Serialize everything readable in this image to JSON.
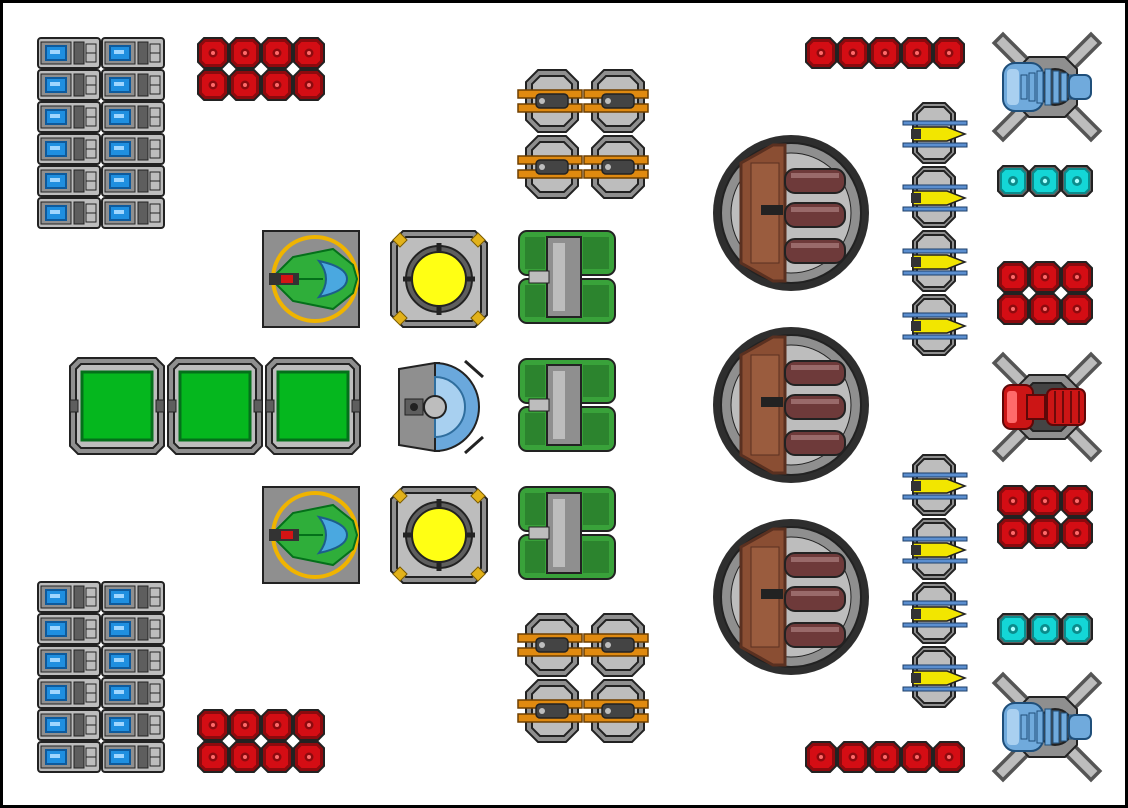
{
  "sheet": {
    "background": "#ffffff",
    "frame_color": "#000000"
  },
  "palette": {
    "outline": "#222222",
    "hull_gray": "#8f8f8f",
    "hull_light": "#bdbdbd",
    "hull_dark": "#5e5e5e",
    "battery_blue": "#1f8fe0",
    "battery_blue_dark": "#0e5a9c",
    "armor_red": "#d40d14",
    "armor_red_dark": "#8c0a0e",
    "shield_cyan": "#14d6d6",
    "shield_cyan_dark": "#0a8c8c",
    "cargo_green": "#05b71e",
    "cargo_green_dark": "#04701a",
    "tank_green": "#39a23a",
    "tank_green_dark": "#226b24",
    "reactor_yellow": "#ffff14",
    "reactor_accent": "#e2b21a",
    "cannon_orange": "#e08a10",
    "missile_yellow": "#f2e600",
    "missile_blue": "#5b8fd0",
    "turret_brown": "#8a4e33",
    "turret_brown_dark": "#5a3020",
    "barrel_maroon": "#6e3a3a",
    "thruster_blue": "#70aadc",
    "thruster_red": "#cc1515",
    "cockpit_green": "#2fae3a",
    "cockpit_blue": "#4aa8e0",
    "bridge_ring": "#f0b400",
    "dome_blue": "#6aa8dc"
  },
  "parts": [
    {
      "id": "battery-stack-top",
      "icon": "battery-cell-icon",
      "count": 12
    },
    {
      "id": "battery-stack-bottom",
      "icon": "battery-cell-icon",
      "count": 12
    },
    {
      "id": "armor-block-top-left",
      "icon": "armor-plate-icon",
      "count": 8
    },
    {
      "id": "armor-block-bottom-left",
      "icon": "armor-plate-icon",
      "count": 8
    },
    {
      "id": "armor-row-top-right",
      "icon": "armor-plate-icon",
      "count": 5
    },
    {
      "id": "armor-row-bottom-right",
      "icon": "armor-plate-icon",
      "count": 5
    },
    {
      "id": "armor-block-right-upper",
      "icon": "armor-plate-icon",
      "count": 6
    },
    {
      "id": "armor-block-right-lower",
      "icon": "armor-plate-icon",
      "count": 6
    },
    {
      "id": "shield-row-upper",
      "icon": "shield-node-icon",
      "count": 3
    },
    {
      "id": "shield-row-lower",
      "icon": "shield-node-icon",
      "count": 3
    },
    {
      "id": "cargo-bays",
      "icon": "cargo-bay-icon",
      "count": 3
    },
    {
      "id": "cockpit-upper",
      "icon": "cockpit-icon",
      "count": 1
    },
    {
      "id": "cockpit-lower",
      "icon": "cockpit-icon",
      "count": 1
    },
    {
      "id": "reactor-upper",
      "icon": "reactor-core-icon",
      "count": 1
    },
    {
      "id": "reactor-lower",
      "icon": "reactor-core-icon",
      "count": 1
    },
    {
      "id": "sensor-dome",
      "icon": "sensor-dome-icon",
      "count": 1
    },
    {
      "id": "fuel-tanks",
      "icon": "fuel-tank-icon",
      "count": 3
    },
    {
      "id": "cannons-top",
      "icon": "autocannon-icon",
      "count": 4
    },
    {
      "id": "cannons-bottom",
      "icon": "autocannon-icon",
      "count": 4
    },
    {
      "id": "heavy-turrets",
      "icon": "triple-turret-icon",
      "count": 3
    },
    {
      "id": "missile-launchers-upper",
      "icon": "missile-launcher-icon",
      "count": 4
    },
    {
      "id": "missile-launchers-lower",
      "icon": "missile-launcher-icon",
      "count": 4
    },
    {
      "id": "ion-thruster-top",
      "icon": "ion-thruster-icon",
      "count": 1
    },
    {
      "id": "ion-thruster-bottom",
      "icon": "ion-thruster-icon",
      "count": 1
    },
    {
      "id": "plasma-thruster",
      "icon": "plasma-thruster-icon",
      "count": 1
    }
  ]
}
